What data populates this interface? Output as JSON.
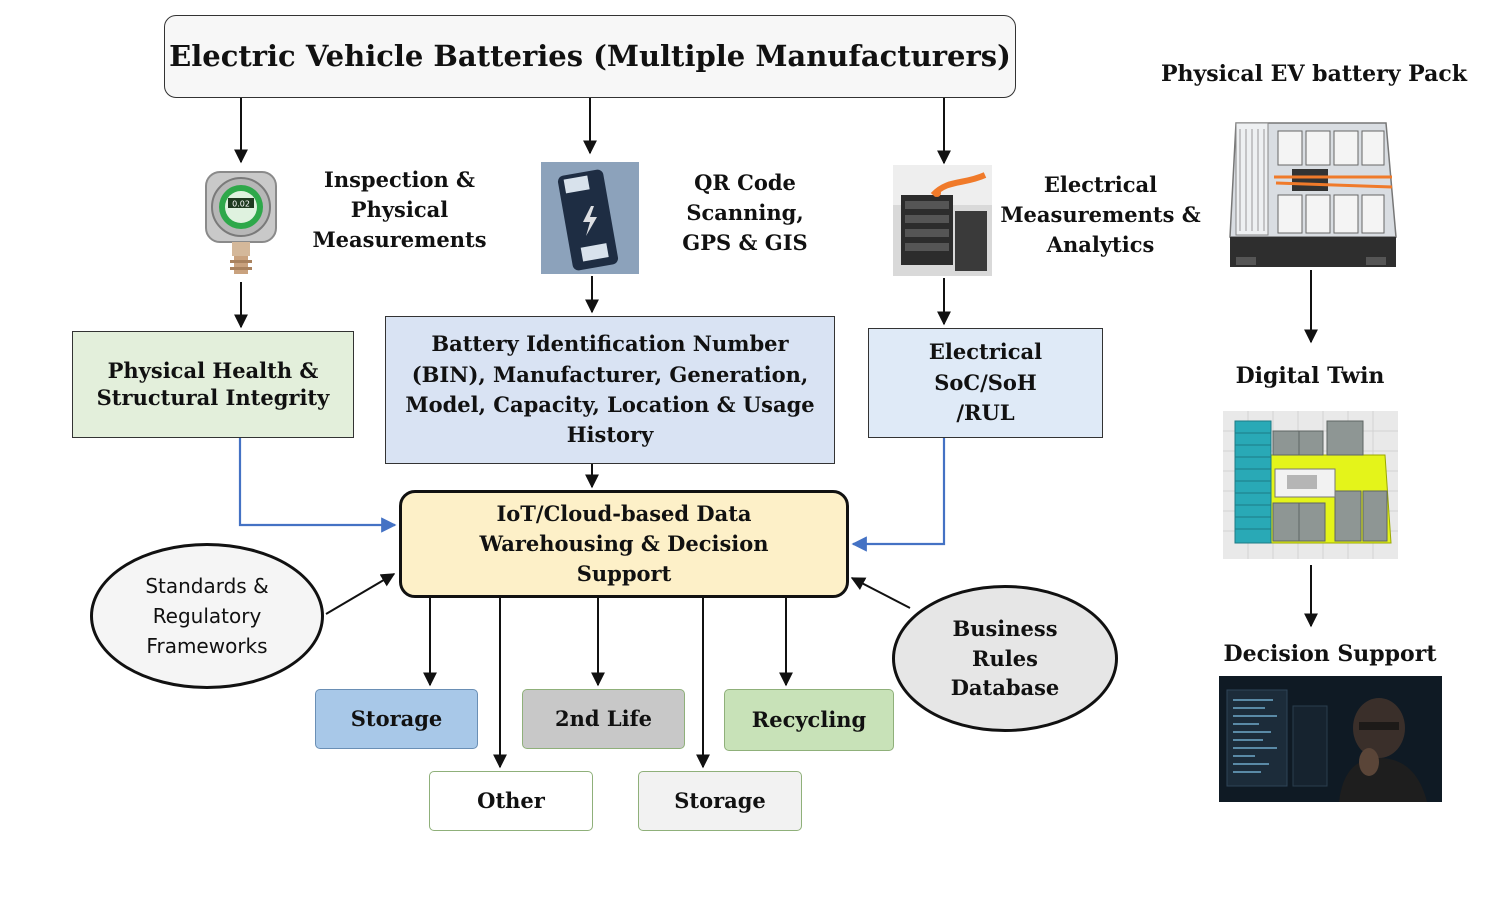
{
  "title": "Electric Vehicle Batteries (Multiple Manufacturers)",
  "sources": {
    "inspection": "Inspection & Physical Measurements",
    "qr": "QR Code Scanning, GPS & GIS",
    "electrical": "Electrical Measurements & Analytics"
  },
  "gauge_readout": "0.02",
  "boxes": {
    "physical": "Physical Health & Structural Integrity",
    "bin": "Battery Identification Number (BIN), Manufacturer, Generation, Model, Capacity, Location & Usage History",
    "electrical": "Electrical SoC/SoH /RUL",
    "iot": "IoT/Cloud-based Data Warehousing & Decision Support",
    "standards": "Standards & Regulatory Frameworks",
    "business": "Business Rules Database"
  },
  "outputs": {
    "storage_1": "Storage",
    "second_life": "2nd Life",
    "recycling": "Recycling",
    "other": "Other",
    "storage_2": "Storage"
  },
  "right_panel": {
    "pack": "Physical EV battery Pack",
    "twin": "Digital Twin",
    "decision": "Decision Support"
  },
  "colors": {
    "blue_arrow": "#4472c4",
    "iot_fill": "#fdf0c8",
    "physical_fill": "#e3efdb",
    "bin_fill": "#d9e3f3"
  }
}
